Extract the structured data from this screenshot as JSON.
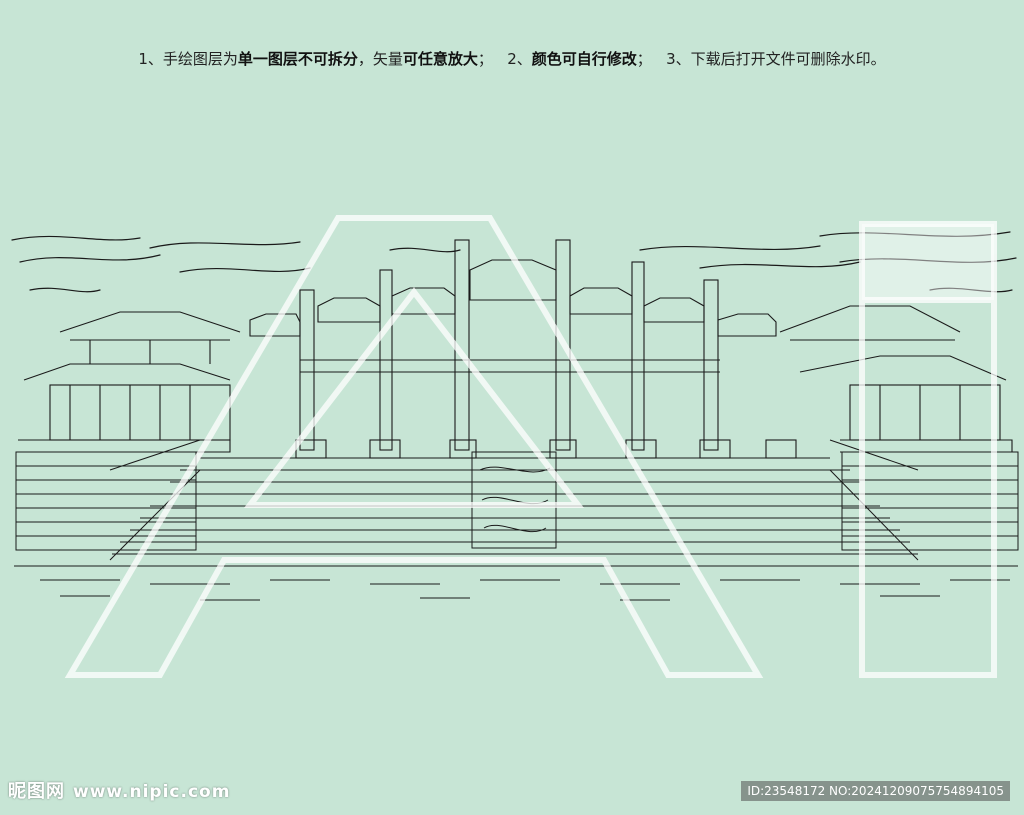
{
  "instructions": {
    "part1_prefix": "1、手绘图层为",
    "part1_strong": "单一图层不可拆分",
    "part1_mid": "，矢量",
    "part1_strong2": "可任意放大",
    "part1_end": "；",
    "part2_prefix": "2、",
    "part2_strong": "颜色可自行修改",
    "part2_end": "；",
    "part3": "3、下载后打开文件可删除水印。"
  },
  "watermark": {
    "letters": "AI",
    "site_logo": "昵图网",
    "site_url": "www.nipic.com",
    "id_text": "ID:23548172 NO:20241209075754894105"
  },
  "colors": {
    "background": "#c7e5d5",
    "line": "#1a1a1a",
    "watermark": "#ffffff"
  }
}
